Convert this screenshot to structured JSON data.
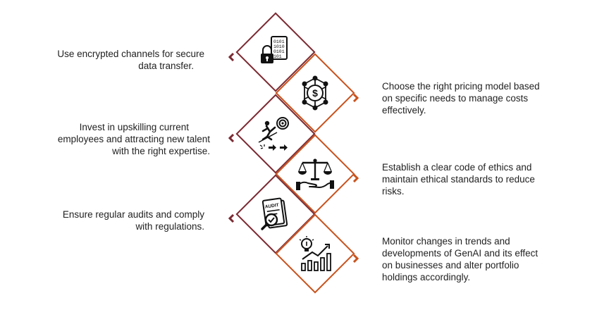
{
  "items": [
    {
      "side": "left",
      "color": "#7b2a32",
      "icon": "encryption-icon",
      "text": [
        "Use encrypted channels for secure",
        "data transfer."
      ]
    },
    {
      "side": "right",
      "color": "#c8531e",
      "icon": "dollar-network-icon",
      "text": [
        "Choose the right pricing model based",
        "on specific needs to manage costs",
        "effectively."
      ]
    },
    {
      "side": "left",
      "color": "#7b2a32",
      "icon": "talent-target-icon",
      "text": [
        "Invest in upskilling current",
        "employees and attracting new talent",
        "with the right expertise."
      ]
    },
    {
      "side": "right",
      "color": "#c8531e",
      "icon": "ethics-scale-icon",
      "text": [
        "Establish a clear code of ethics and",
        "maintain ethical standards to reduce",
        "risks."
      ]
    },
    {
      "side": "left",
      "color": "#7b2a32",
      "icon": "audit-icon",
      "text": [
        "Ensure regular audits and comply",
        "with regulations."
      ]
    },
    {
      "side": "right",
      "color": "#c8531e",
      "icon": "growth-chart-icon",
      "text": [
        "Monitor changes in trends and",
        "developments of GenAI and its effect",
        "on businesses and alter portfolio",
        "holdings accordingly."
      ]
    }
  ],
  "icon_labels": {
    "encryption": [
      "0101",
      "1010",
      "0101",
      "101"
    ],
    "audit": "AUDIT"
  }
}
